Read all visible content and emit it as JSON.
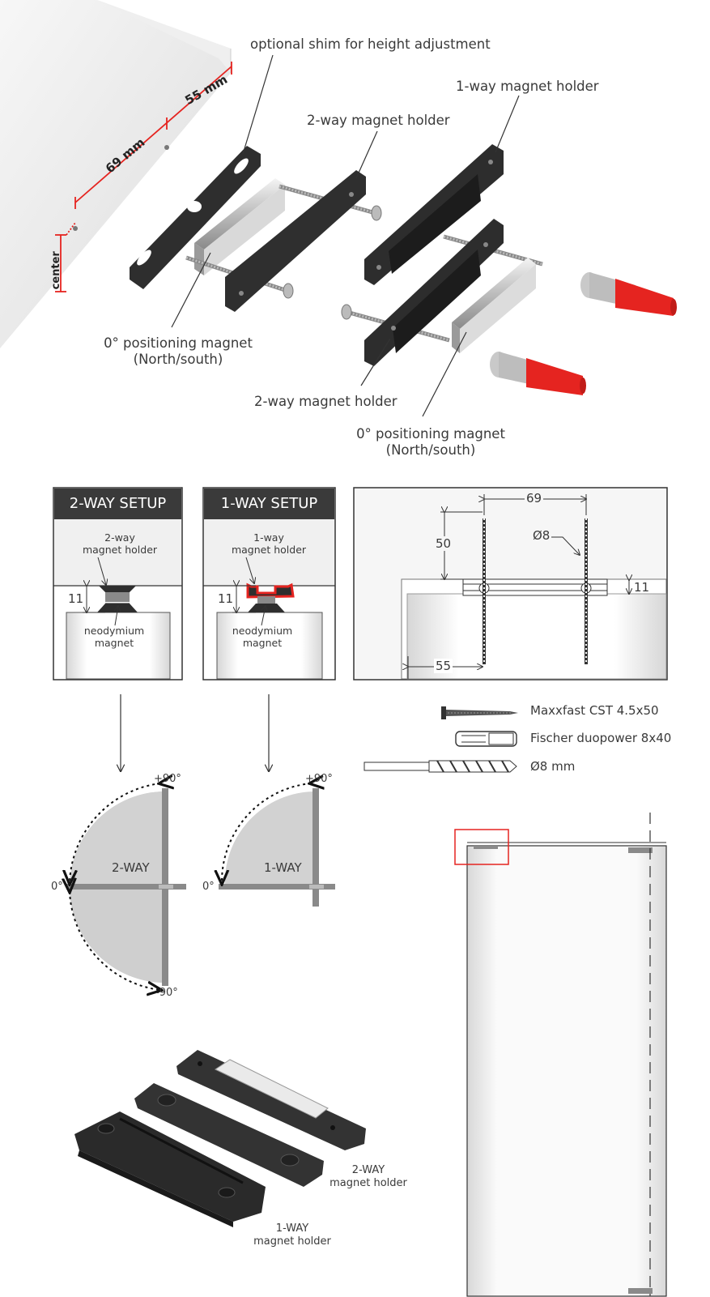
{
  "exploded_view": {
    "shim_label": "optional shim for height adjustment",
    "one_way_label": "1-way magnet holder",
    "two_way_label_top": "2-way magnet holder",
    "two_way_label_bottom": "2-way magnet holder",
    "magnet_label_left": [
      "0° positioning magnet",
      "(North/south)"
    ],
    "magnet_label_right": [
      "0° positioning magnet",
      "(North/south)"
    ],
    "dim_55": "55 mm",
    "dim_69": "69 mm",
    "dim_center": "center",
    "accent_color": "#e52420"
  },
  "setup_2way": {
    "title": "2-WAY SETUP",
    "holder_label": [
      "2-way",
      "magnet holder"
    ],
    "dim": "11",
    "magnet_label": [
      "neodymium",
      "magnet"
    ]
  },
  "setup_1way": {
    "title": "1-WAY SETUP",
    "holder_label": [
      "1-way",
      "magnet holder"
    ],
    "dim": "11",
    "magnet_label": [
      "neodymium",
      "magnet"
    ]
  },
  "screw_detail": {
    "dim_69": "69",
    "dim_50": "50",
    "dim_d8": "Ø8",
    "dim_11": "11",
    "dim_55": "55"
  },
  "hardware": [
    {
      "icon": "screw-icon",
      "label": "Maxxfast CST 4.5x50"
    },
    {
      "icon": "wall-plug-icon",
      "label": "Fischer duopower 8x40"
    },
    {
      "icon": "drill-bit-icon",
      "label": "Ø8 mm"
    }
  ],
  "rotation_2way": {
    "label": "2-WAY",
    "top": "+90°",
    "zero": "0°",
    "bottom": "-90°"
  },
  "rotation_1way": {
    "label": "1-WAY",
    "top": "+90°",
    "zero": "0°"
  },
  "product_photo": {
    "label_2way": [
      "2-WAY",
      "magnet holder"
    ],
    "label_1way": [
      "1-WAY",
      "magnet holder"
    ]
  }
}
